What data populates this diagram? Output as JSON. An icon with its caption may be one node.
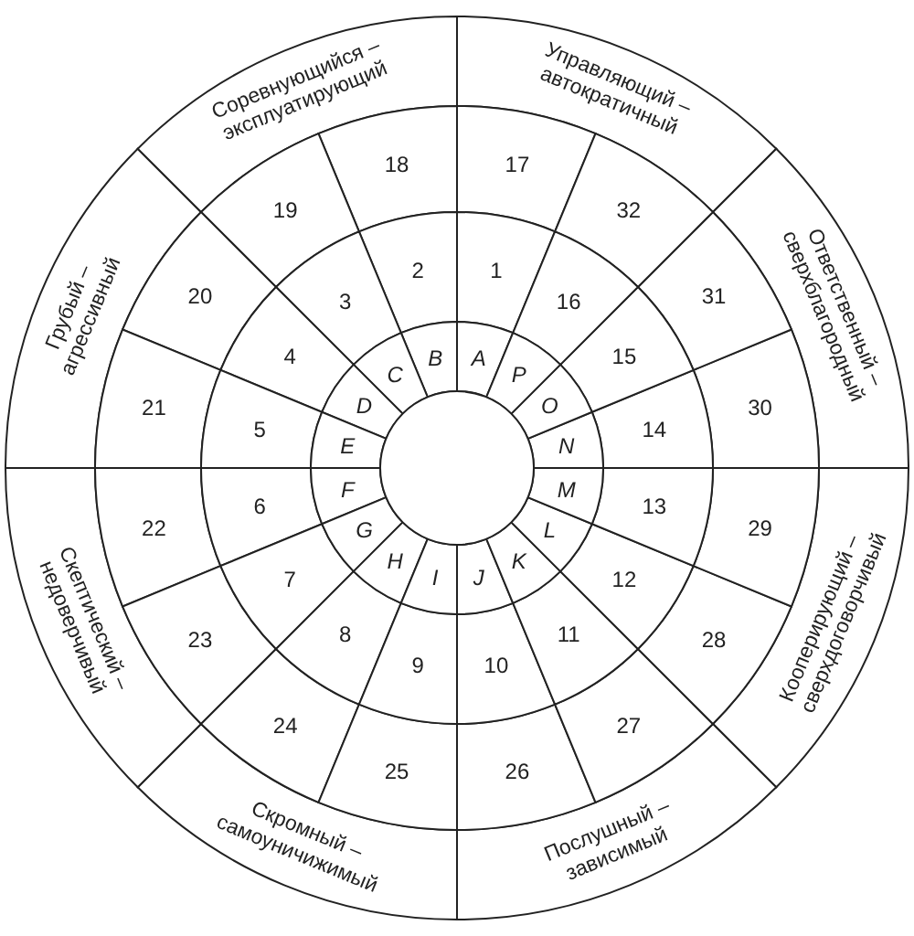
{
  "diagram": {
    "nodes": [
      {
        "text": [
          "Управляющий – автократичный"
        ]
      },
      {
        "text": [
          "Ответственный – сверхблагородный"
        ]
      },
      {
        "text": [
          "Кооперирующий – сверхдоговорчивый"
        ]
      },
      {
        "text": [
          "Послушный – зависимый"
        ]
      },
      {
        "text": [
          "Скромный – самоуничижимый"
        ]
      },
      {
        "text": [
          "Скептический – недоверчивый"
        ]
      },
      {
        "text": [
          "Грубый – агрессивный"
        ]
      },
      {
        "text": [
          "Соревнующийся – эксплуатирующий"
        ]
      },
      {
        "text": [
          "17"
        ]
      },
      {
        "text": [
          "18"
        ]
      },
      {
        "text": [
          "19"
        ]
      },
      {
        "text": [
          "20"
        ]
      },
      {
        "text": [
          "21"
        ]
      },
      {
        "text": [
          "22"
        ]
      },
      {
        "text": [
          "23"
        ]
      },
      {
        "text": [
          "24"
        ]
      },
      {
        "text": [
          "25"
        ]
      },
      {
        "text": [
          "26"
        ]
      },
      {
        "text": [
          "27"
        ]
      },
      {
        "text": [
          "28"
        ]
      },
      {
        "text": [
          "29"
        ]
      },
      {
        "text": [
          "30"
        ]
      },
      {
        "text": [
          "31"
        ]
      },
      {
        "text": [
          "32"
        ]
      },
      {
        "text": [
          "1"
        ]
      },
      {
        "text": [
          "2"
        ]
      },
      {
        "text": [
          "3"
        ]
      },
      {
        "text": [
          "4"
        ]
      },
      {
        "text": [
          "5"
        ]
      },
      {
        "text": [
          "6"
        ]
      },
      {
        "text": [
          "7"
        ]
      },
      {
        "text": [
          "8"
        ]
      },
      {
        "text": [
          "9"
        ]
      },
      {
        "text": [
          "10"
        ]
      },
      {
        "text": [
          "11"
        ]
      },
      {
        "text": [
          "12"
        ]
      },
      {
        "text": [
          "13"
        ]
      },
      {
        "text": [
          "14"
        ]
      },
      {
        "text": [
          "15"
        ]
      },
      {
        "text": [
          "16"
        ]
      },
      {
        "text": [
          "A"
        ]
      },
      {
        "text": [
          "B"
        ]
      },
      {
        "text": [
          "C"
        ]
      },
      {
        "text": [
          "D"
        ]
      },
      {
        "text": [
          "E"
        ]
      },
      {
        "text": [
          "F"
        ]
      },
      {
        "text": [
          "G"
        ]
      },
      {
        "text": [
          "H"
        ]
      },
      {
        "text": [
          "I"
        ]
      },
      {
        "text": [
          "J"
        ]
      },
      {
        "text": [
          "K"
        ]
      },
      {
        "text": [
          "L"
        ]
      },
      {
        "text": [
          "M"
        ]
      },
      {
        "text": [
          "N"
        ]
      },
      {
        "text": [
          "O"
        ]
      },
      {
        "text": [
          "P"
        ]
      },
      {
        "text": [],
        "shape": "circle"
      }
    ]
  }
}
